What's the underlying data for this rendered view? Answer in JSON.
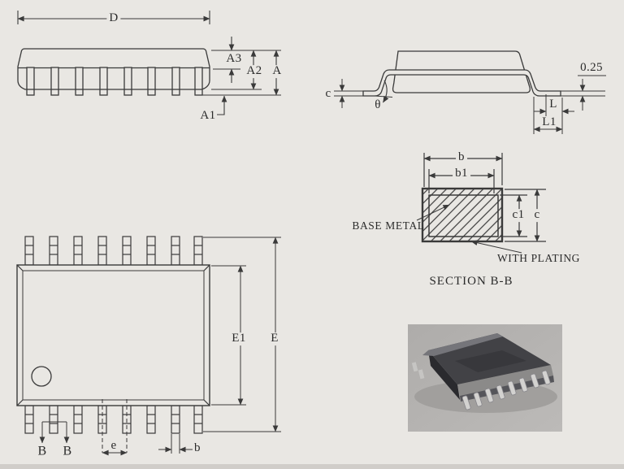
{
  "drawing": {
    "side_view": {
      "d": "D",
      "a3": "A3",
      "a2": "A2",
      "a": "A",
      "a1": "A1"
    },
    "lead_profile": {
      "c": "c",
      "theta": "θ",
      "gauge": "0.25",
      "l": "L",
      "l1": "L1"
    },
    "section_bb": {
      "b": "b",
      "b1": "b1",
      "c1": "c1",
      "c": "c",
      "base_metal": "BASE METAL",
      "with_plating": "WITH PLATING",
      "title": "SECTION B-B"
    },
    "top_view": {
      "e1": "E1",
      "e_big": "E",
      "e": "e",
      "b": "b",
      "b_section_left": "B",
      "b_section_right": "B"
    }
  },
  "colors": {
    "paper": "#e9e7e3",
    "ink": "#3a3a3a",
    "photo_bg": "#b4b2b0",
    "chip_body": "#424246",
    "chip_pin": "#d3d2d0"
  }
}
